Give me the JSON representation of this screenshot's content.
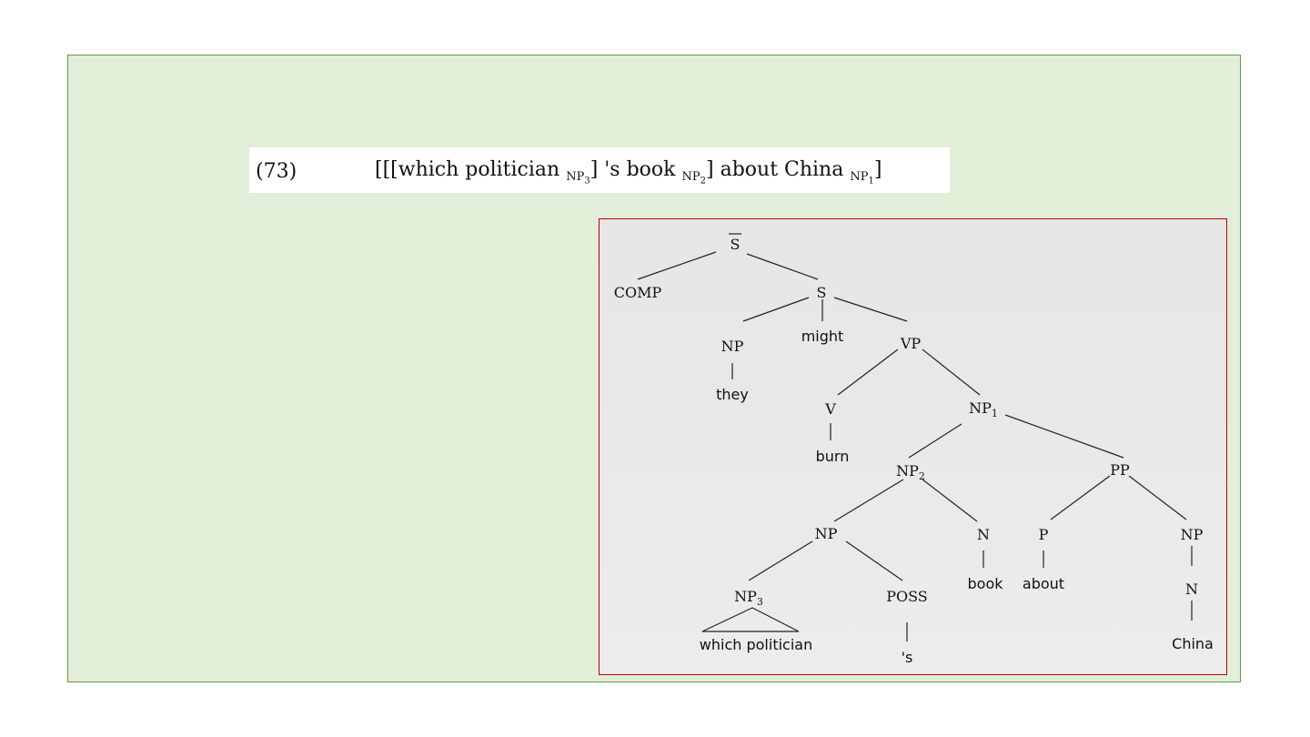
{
  "example": {
    "number": "(73)",
    "parts": [
      {
        "text": "[[[which politician "
      },
      {
        "sub": "NP"
      },
      {
        "subsub": "3"
      },
      {
        "text": "] 's book "
      },
      {
        "sub": "NP"
      },
      {
        "subsub": "2"
      },
      {
        "text": "] about China "
      },
      {
        "sub": "NP"
      },
      {
        "subsub": "1"
      },
      {
        "text": "]"
      }
    ]
  },
  "tree": {
    "nodes": {
      "sbar": {
        "label": "S"
      },
      "comp": {
        "label": "COMP"
      },
      "s": {
        "label": "S"
      },
      "np_they": {
        "label": "NP"
      },
      "might": {
        "label": "might"
      },
      "vp": {
        "label": "VP"
      },
      "they": {
        "label": "they"
      },
      "v": {
        "label": "V"
      },
      "burn": {
        "label": "burn"
      },
      "np1": {
        "label": "NP",
        "sub": "1"
      },
      "np2": {
        "label": "NP",
        "sub": "2"
      },
      "pp": {
        "label": "PP"
      },
      "np_poss": {
        "label": "NP"
      },
      "n_book": {
        "label": "N"
      },
      "book": {
        "label": "book"
      },
      "p": {
        "label": "P"
      },
      "about": {
        "label": "about"
      },
      "np_china": {
        "label": "NP"
      },
      "n_china": {
        "label": "N"
      },
      "china": {
        "label": "China"
      },
      "np3": {
        "label": "NP",
        "sub": "3"
      },
      "which_politician": {
        "label": "which politician"
      },
      "poss": {
        "label": "POSS"
      },
      "s_clitic": {
        "label": "'s"
      }
    }
  }
}
